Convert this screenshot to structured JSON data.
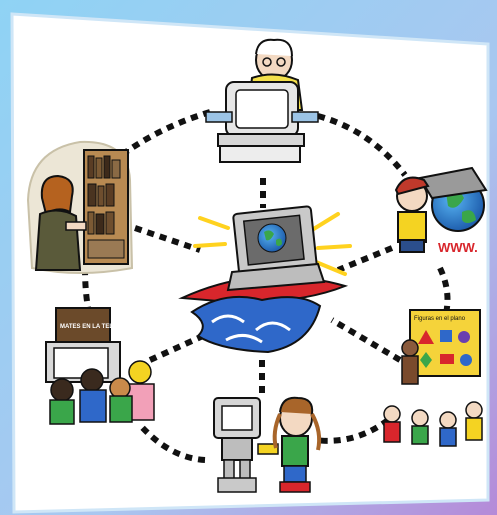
{
  "colors": {
    "frame_blue": "#8fd3f4",
    "frame_violet": "#b58ad8",
    "paper": "#ffffff",
    "dots": "#111111",
    "surf_red": "#d8262c",
    "wave_blue": "#2f68c9",
    "monitor_gray": "#c9c9c9",
    "earth_blue": "#2a7fd6",
    "earth_green": "#3aa64a",
    "ray_yellow": "#ffd21f"
  },
  "icons": [
    "computer-surfing-wave-icon",
    "elderly-man-computer-icon",
    "boy-globe-www-icon",
    "classroom-shapes-board-icon",
    "robot-girl-handshake-icon",
    "children-math-tv-icon",
    "woman-library-books-icon"
  ],
  "labels": {
    "www": "WWW.",
    "tv_sign": "MATES EN LA TELE",
    "board_title": "Figuras en el plano"
  }
}
